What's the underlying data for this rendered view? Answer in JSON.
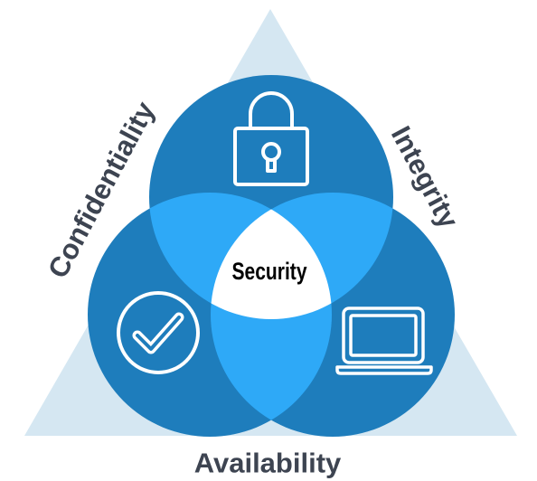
{
  "labels": {
    "center": "Security",
    "confidentiality": "Confidentiality",
    "integrity": "Integrity",
    "availability": "Availability"
  },
  "icons": {
    "top": "padlock-icon",
    "left": "checkmark-icon",
    "right": "laptop-icon"
  },
  "colors": {
    "triangle": "#d5e7f2",
    "circle": "#1e7dbc",
    "overlap": "#2ea9f7",
    "center": "#ffffff",
    "icon_stroke": "#ffffff",
    "label_text": "#3d4451",
    "center_text": "#000000"
  }
}
